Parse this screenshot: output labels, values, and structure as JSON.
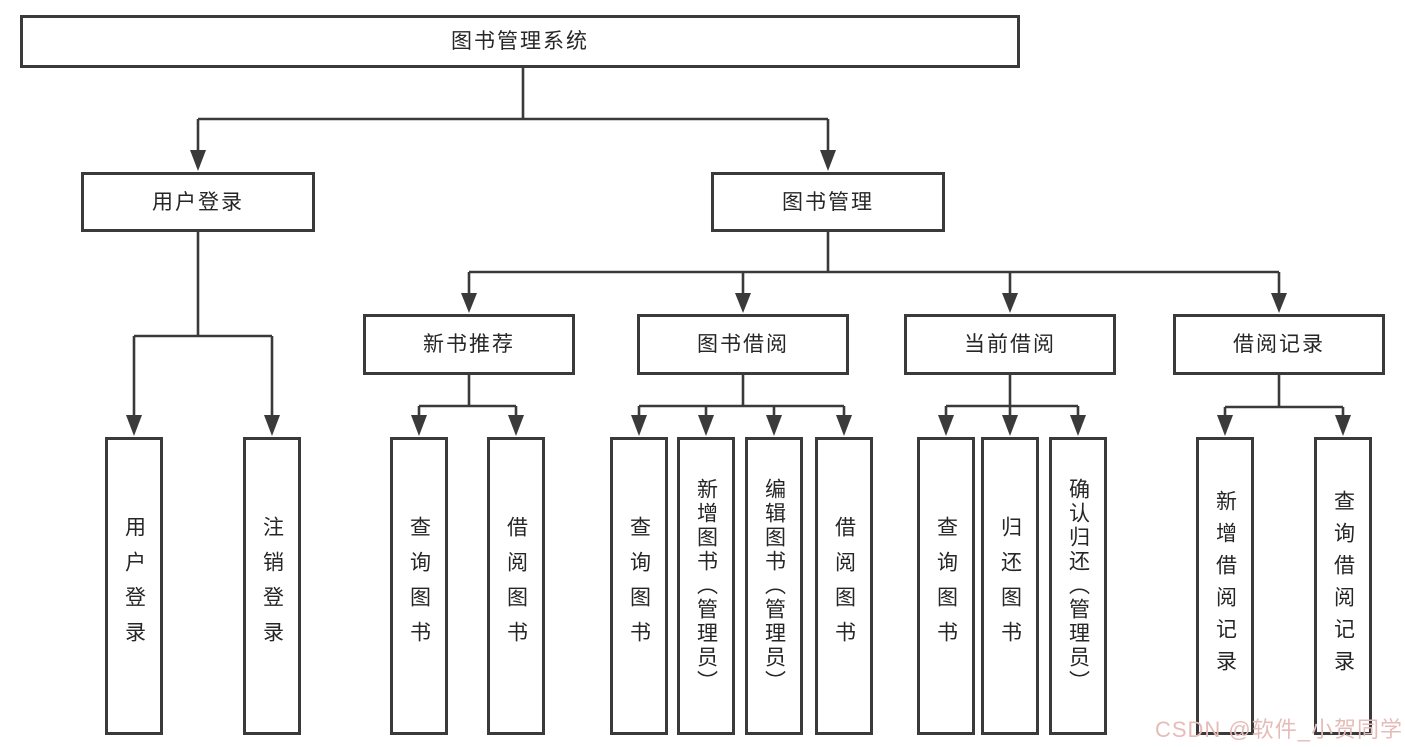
{
  "diagram_title": "图书管理系统",
  "nodes": {
    "root": {
      "label": "图书管理系统"
    },
    "user_login": {
      "label": "用户登录"
    },
    "book_mgmt": {
      "label": "图书管理"
    },
    "new_book_rec": {
      "label": "新书推荐"
    },
    "book_borrow": {
      "label": "图书借阅"
    },
    "current_borrow": {
      "label": "当前借阅"
    },
    "borrow_records": {
      "label": "借阅记录"
    },
    "leaf_user_login": {
      "label": "用户登录"
    },
    "leaf_logout": {
      "label": "注销登录"
    },
    "leaf_query_book_new": {
      "label": "查询图书"
    },
    "leaf_borrow_book_new": {
      "label": "借阅图书"
    },
    "leaf_query_book_borrow": {
      "label": "查询图书"
    },
    "leaf_add_book_admin": {
      "label": "新增图书（管理员）"
    },
    "leaf_edit_book_admin": {
      "label": "编辑图书（管理员）"
    },
    "leaf_borrow_book_borrow": {
      "label": "借阅图书"
    },
    "leaf_query_book_current": {
      "label": "查询图书"
    },
    "leaf_return_book": {
      "label": "归还图书"
    },
    "leaf_confirm_return_admin": {
      "label": "确认归还（管理员）"
    },
    "leaf_add_borrow_record": {
      "label": "新增借阅记录"
    },
    "leaf_query_borrow_record": {
      "label": "查询借阅记录"
    }
  },
  "hierarchy": {
    "图书管理系统": {
      "用户登录": [
        "用户登录",
        "注销登录"
      ],
      "图书管理": {
        "新书推荐": [
          "查询图书",
          "借阅图书"
        ],
        "图书借阅": [
          "查询图书",
          "新增图书（管理员）",
          "编辑图书（管理员）",
          "借阅图书"
        ],
        "当前借阅": [
          "查询图书",
          "归还图书",
          "确认归还（管理员）"
        ],
        "借阅记录": [
          "新增借阅记录",
          "查询借阅记录"
        ]
      }
    }
  },
  "watermark": {
    "text": "CSDN @软件_小贺同学",
    "color": "#e6bcb8"
  },
  "colors": {
    "line": "#3a3a3a",
    "box_border": "#3a3a3a",
    "text": "#262626",
    "background": "#ffffff"
  }
}
